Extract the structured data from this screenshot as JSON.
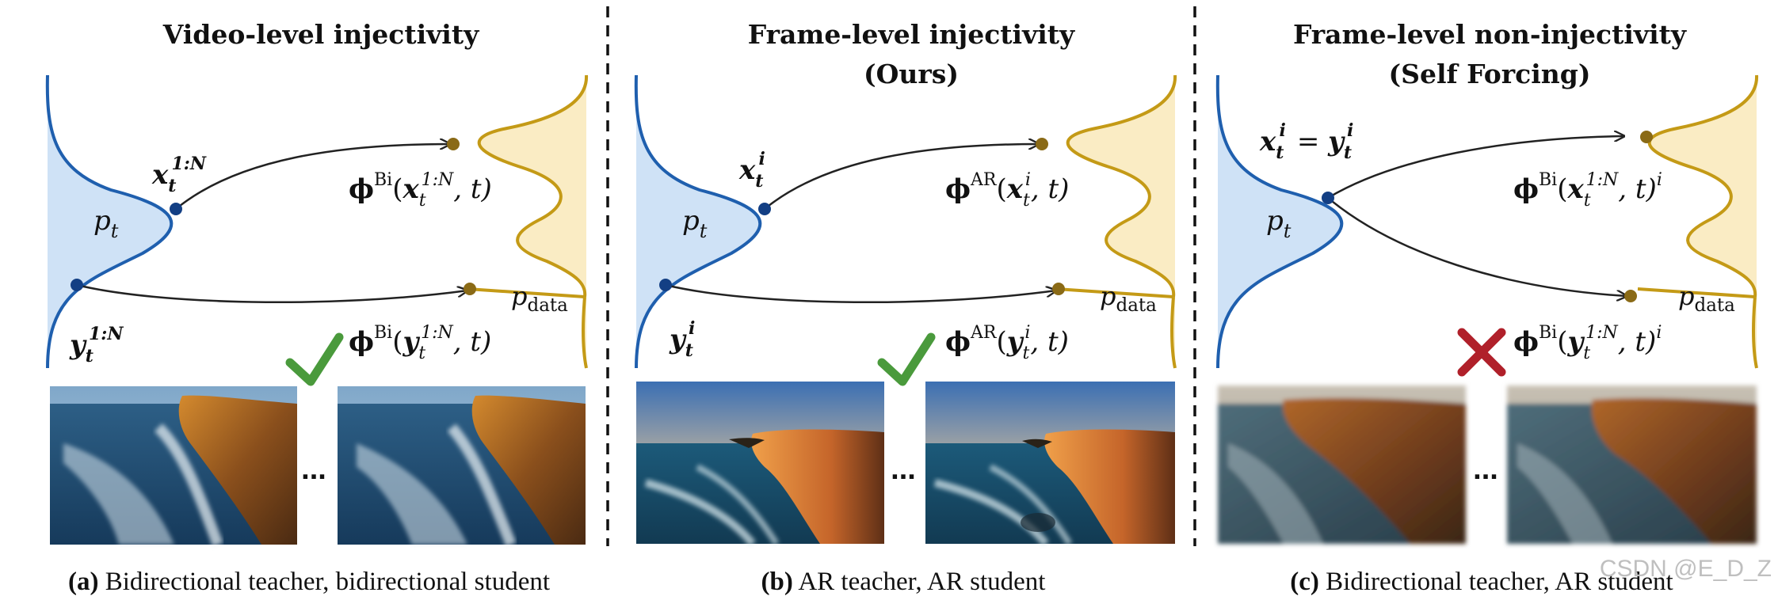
{
  "panels": [
    {
      "title_lines": [
        "Video-level injectivity"
      ],
      "caption_label": "(a)",
      "caption_text": "Bidirectional teacher, bidirectional student",
      "noise_label_sym": "p",
      "noise_label_sub": "t",
      "data_label_sym": "p",
      "data_label_sub": "data",
      "x_point": {
        "sym": "x",
        "sub": "t",
        "sup": "1:N",
        "eq": ""
      },
      "y_point": {
        "sym": "y",
        "sub": "t",
        "sup": "1:N"
      },
      "map_top": {
        "fn": "ϕ",
        "fnsup": "Bi",
        "arg": "x",
        "argsub": "t",
        "argsup": "1:N",
        "tail": ", t)",
        "outsup": ""
      },
      "map_bottom": {
        "fn": "ϕ",
        "fnsup": "Bi",
        "arg": "y",
        "argsub": "t",
        "argsup": "1:N",
        "tail": ", t)",
        "outsup": ""
      },
      "verdict": "check",
      "ellipsis": "...",
      "verdict_color": "#4a9a3c"
    },
    {
      "title_lines": [
        "Frame-level injectivity",
        "(Ours)"
      ],
      "caption_label": "(b)",
      "caption_text": "AR teacher, AR student",
      "noise_label_sym": "p",
      "noise_label_sub": "t",
      "data_label_sym": "p",
      "data_label_sub": "data",
      "x_point": {
        "sym": "x",
        "sub": "t",
        "sup": "i",
        "eq": ""
      },
      "y_point": {
        "sym": "y",
        "sub": "t",
        "sup": "i"
      },
      "map_top": {
        "fn": "ϕ",
        "fnsup": "AR",
        "arg": "x",
        "argsub": "t",
        "argsup": "i",
        "tail": ", t)",
        "outsup": ""
      },
      "map_bottom": {
        "fn": "ϕ",
        "fnsup": "AR",
        "arg": "y",
        "argsub": "t",
        "argsup": "i",
        "tail": ", t)",
        "outsup": ""
      },
      "verdict": "check",
      "ellipsis": "...",
      "verdict_color": "#4a9a3c"
    },
    {
      "title_lines": [
        "Frame-level non-injectivity",
        "(Self Forcing)"
      ],
      "caption_label": "(c)",
      "caption_text": "Bidirectional teacher, AR student",
      "noise_label_sym": "p",
      "noise_label_sub": "t",
      "data_label_sym": "p",
      "data_label_sub": "data",
      "x_point": {
        "sym": "x",
        "sub": "t",
        "sup": "i",
        "eq": "= y"
      },
      "y_point": {
        "sym": "",
        "sub": "",
        "sup": ""
      },
      "map_top": {
        "fn": "ϕ",
        "fnsup": "Bi",
        "arg": "x",
        "argsub": "t",
        "argsup": "1:N",
        "tail": ", t)",
        "outsup": "i"
      },
      "map_bottom": {
        "fn": "ϕ",
        "fnsup": "Bi",
        "arg": "y",
        "argsub": "t",
        "argsup": "1:N",
        "tail": ", t)",
        "outsup": "i"
      },
      "verdict": "cross",
      "ellipsis": "...",
      "verdict_color": "#b0202a"
    }
  ],
  "colors": {
    "noise_curve": "#1f5fae",
    "noise_fill": "#cfe2f6",
    "noise_point": "#133f84",
    "data_curve": "#c49a16",
    "data_fill": "#faecc4",
    "data_point": "#8a6a16",
    "arrow": "#222222",
    "divider": "#111111"
  },
  "watermark": "CSDN @E_D_Z"
}
